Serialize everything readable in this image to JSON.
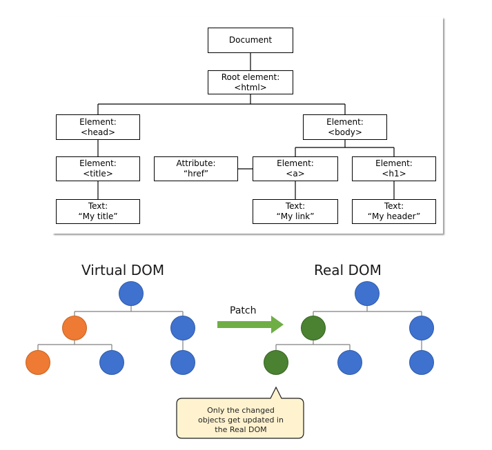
{
  "dom_tree": {
    "document": "Document",
    "root": [
      "Root element:",
      "<html>"
    ],
    "head": [
      "Element:",
      "<head>"
    ],
    "title_el": [
      "Element:",
      "<title>"
    ],
    "title_text": [
      "Text:",
      "“My title”"
    ],
    "body": [
      "Element:",
      "<body>"
    ],
    "attribute": [
      "Attribute:",
      "“href”"
    ],
    "anchor": [
      "Element:",
      "<a>"
    ],
    "h1": [
      "Element:",
      "<h1>"
    ],
    "link_text": [
      "Text:",
      "“My link”"
    ],
    "header_text": [
      "Text:",
      "“My header”"
    ]
  },
  "virtual_dom": {
    "title": "Virtual DOM"
  },
  "real_dom": {
    "title": "Real DOM"
  },
  "patch": {
    "label": "Patch"
  },
  "callout": {
    "lines": [
      "Only the changed",
      "objects get updated in",
      "the Real DOM"
    ]
  },
  "colors": {
    "blue": "#3f72cf",
    "orange": "#ee7a33",
    "green": "#4a8232",
    "arrow": "#6fae45",
    "callout_fill": "#fff3cf"
  }
}
